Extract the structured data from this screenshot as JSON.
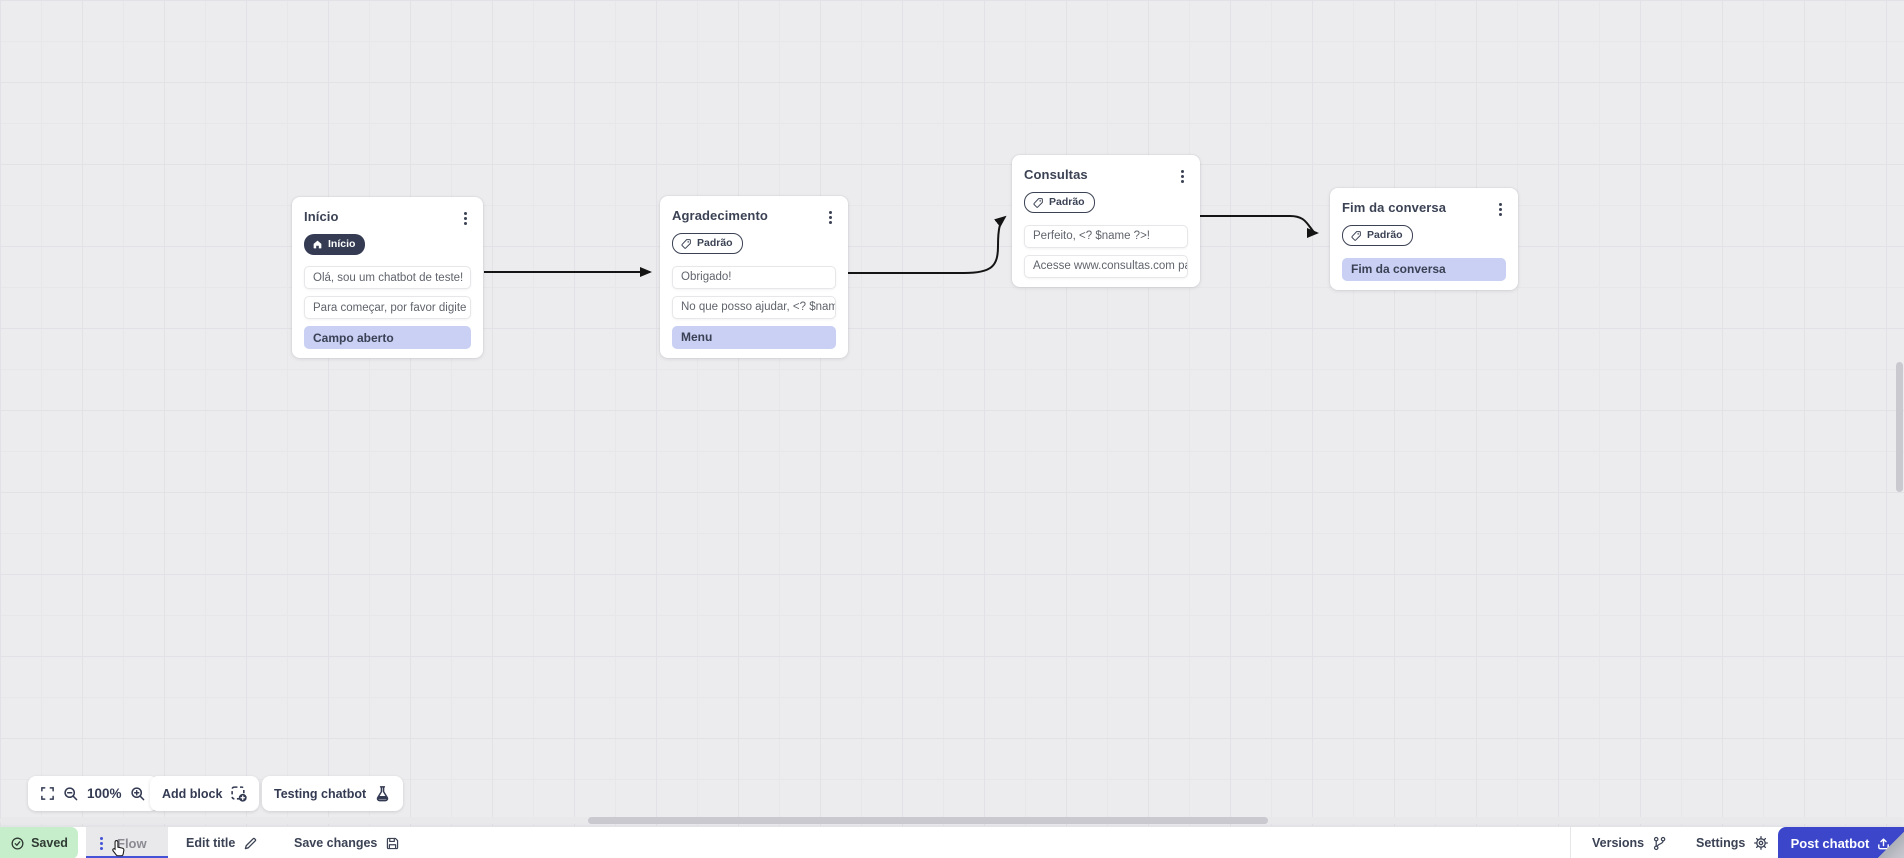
{
  "nodes": [
    {
      "title": "Início",
      "badge": "Início",
      "cards": [
        "Olá, sou um chatbot de teste!",
        "Para começar, por favor digite o ...",
        "Campo aberto"
      ]
    },
    {
      "title": "Agradecimento",
      "badge": "Padrão",
      "cards": [
        "Obrigado!",
        "No que posso ajudar, <? $name ...",
        "Menu"
      ]
    },
    {
      "title": "Consultas",
      "badge": "Padrão",
      "cards": [
        "Perfeito, <? $name ?>!",
        "Acesse www.consultas.com par..."
      ]
    },
    {
      "title": "Fim da conversa",
      "badge": "Padrão",
      "cards": [
        "Fim da conversa"
      ]
    }
  ],
  "toolbar": {
    "zoom_level": "100%",
    "add_block": "Add block",
    "testing_chatbot": "Testing chatbot"
  },
  "bottom_bar": {
    "saved": "Saved",
    "flow_tab": "Flow",
    "edit_title": "Edit title",
    "save_changes": "Save changes",
    "versions": "Versions",
    "settings": "Settings",
    "post_chatbot": "Post chatbot"
  },
  "colors": {
    "accent_blue": "#3b46cb",
    "tab_underline": "#4553d6",
    "saved_green": "#c6eecb",
    "action_card_purple": "#c9d0f4",
    "dark_badge": "#343b53",
    "canvas_bg": "#ececee",
    "wire": "#141414"
  }
}
